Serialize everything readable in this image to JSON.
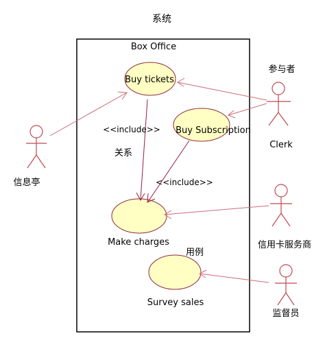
{
  "annotations": {
    "system": "系统",
    "actor": "参与者",
    "relationship": "关系",
    "use_case": "用例"
  },
  "system": {
    "name": "Box Office"
  },
  "use_cases": {
    "buy_tickets": "Buy tickets",
    "buy_subscription": "Buy Subscription",
    "make_charges": "Make charges",
    "survey_sales": "Survey sales"
  },
  "actors": {
    "kiosk": "信息亭",
    "clerk": "Clerk",
    "credit_card_service": "信用卡服务商",
    "supervisor": "监督员"
  },
  "relationships": {
    "include_1": "<<include>>",
    "include_2": "<<include>>"
  },
  "colors": {
    "use_case_fill": "#ffffc4",
    "use_case_stroke": "#8c2a3c",
    "actor_stroke": "#c04850",
    "association": "#cc6a74",
    "include": "#9a1c3a"
  }
}
